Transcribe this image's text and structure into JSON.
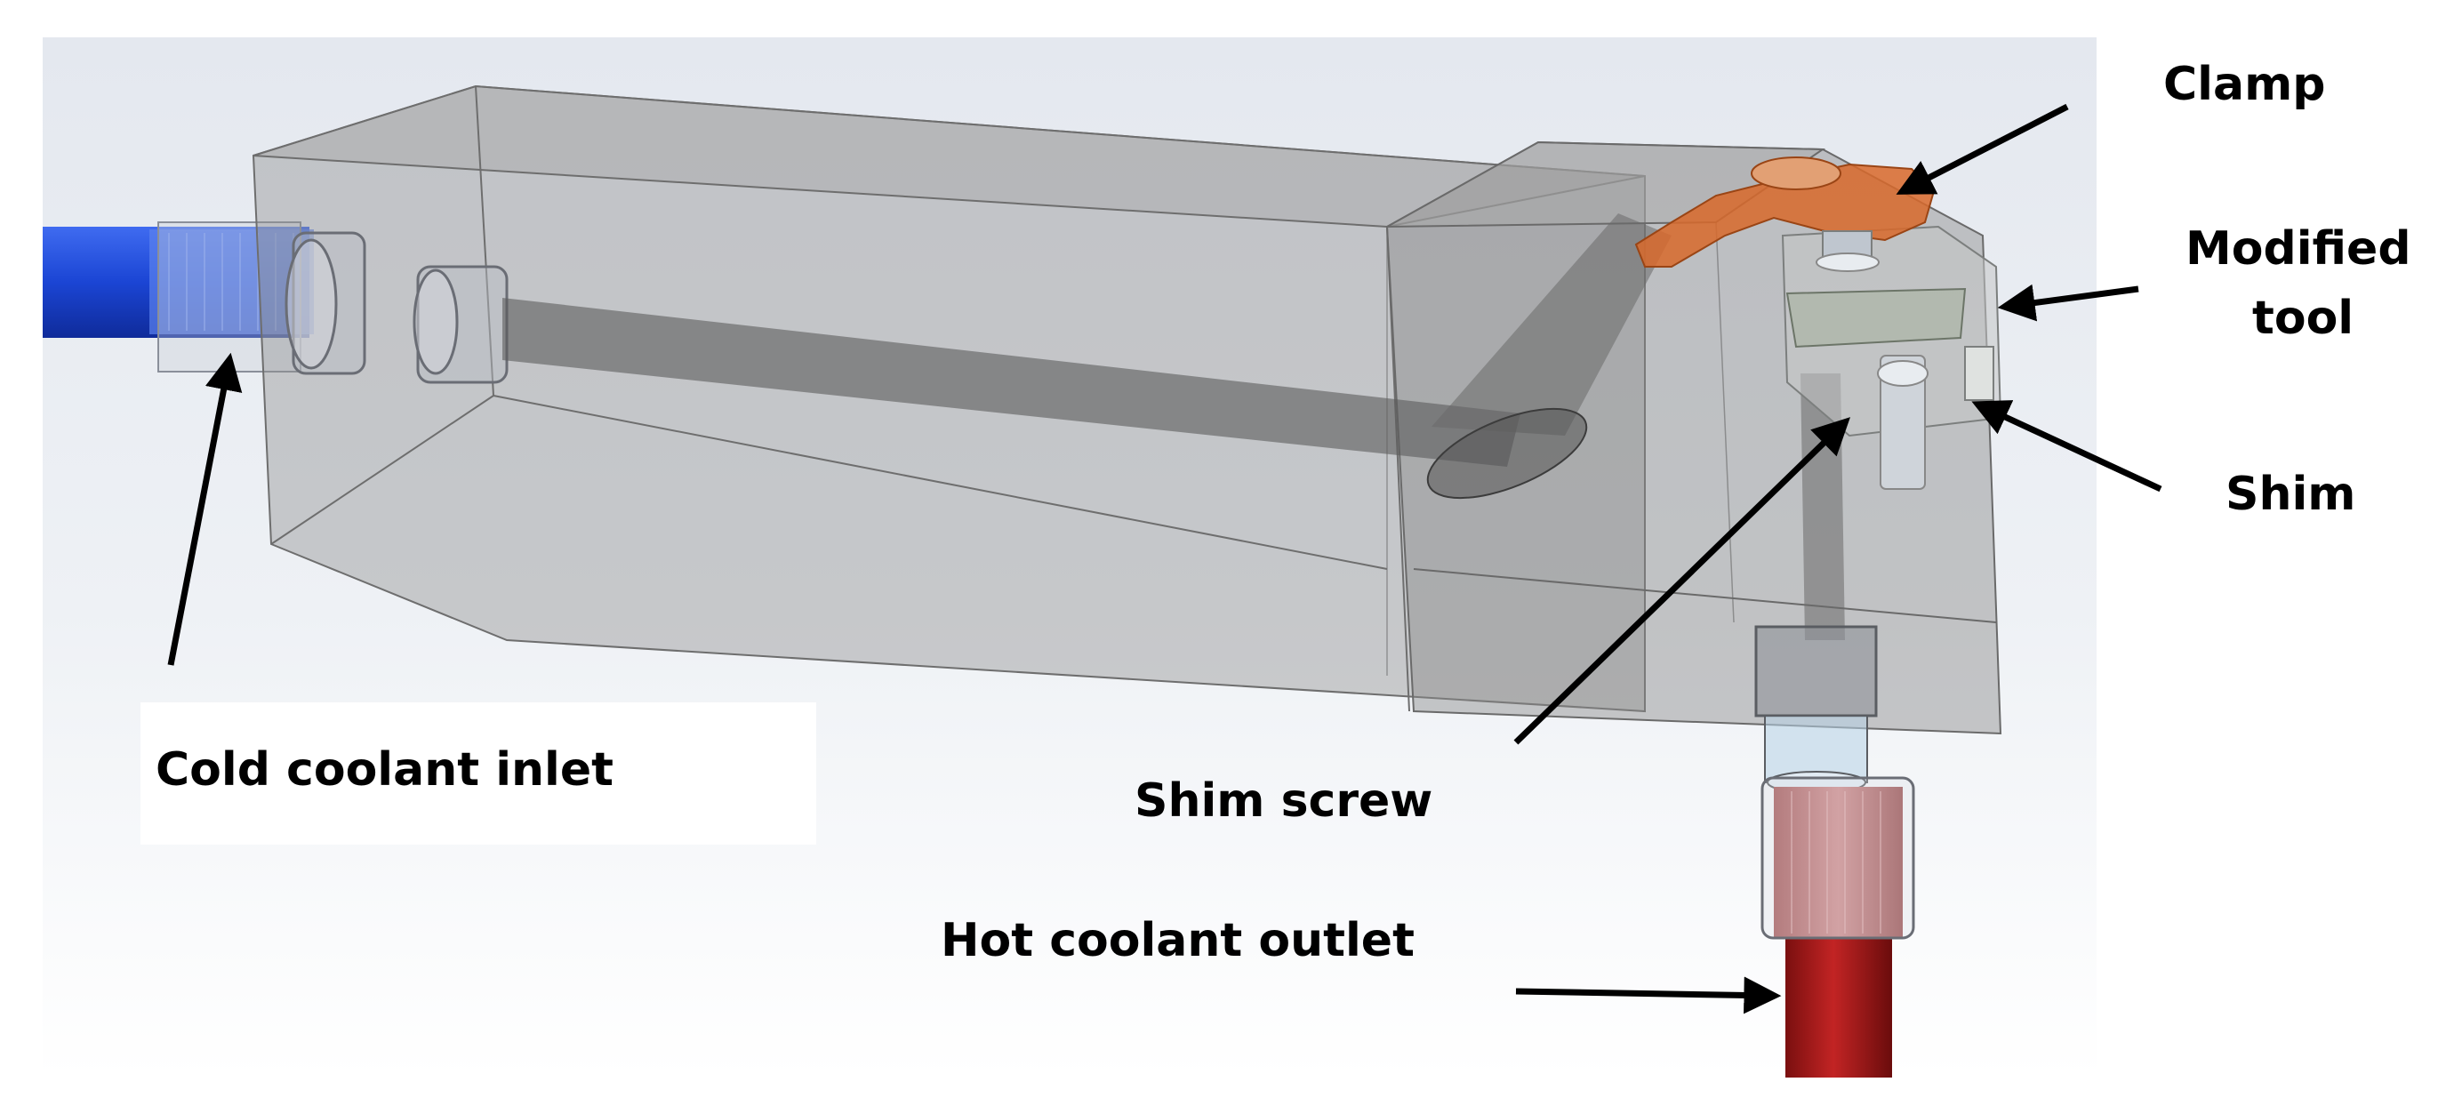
{
  "labels": {
    "clamp": "Clamp",
    "modified_tool_line1": "Modified",
    "modified_tool_line2": "tool",
    "shim": "Shim",
    "cold_coolant_inlet": "Cold coolant inlet",
    "shim_screw": "Shim screw",
    "hot_coolant_outlet": "Hot coolant outlet"
  },
  "colors": {
    "cold_pipe": "#1f49d8",
    "hot_pipe": "#a81818",
    "clamp": "#d8692a",
    "tool_body": "#8a8a8a",
    "background_top": "#e7ebf2",
    "background_bottom": "#ffffff"
  }
}
